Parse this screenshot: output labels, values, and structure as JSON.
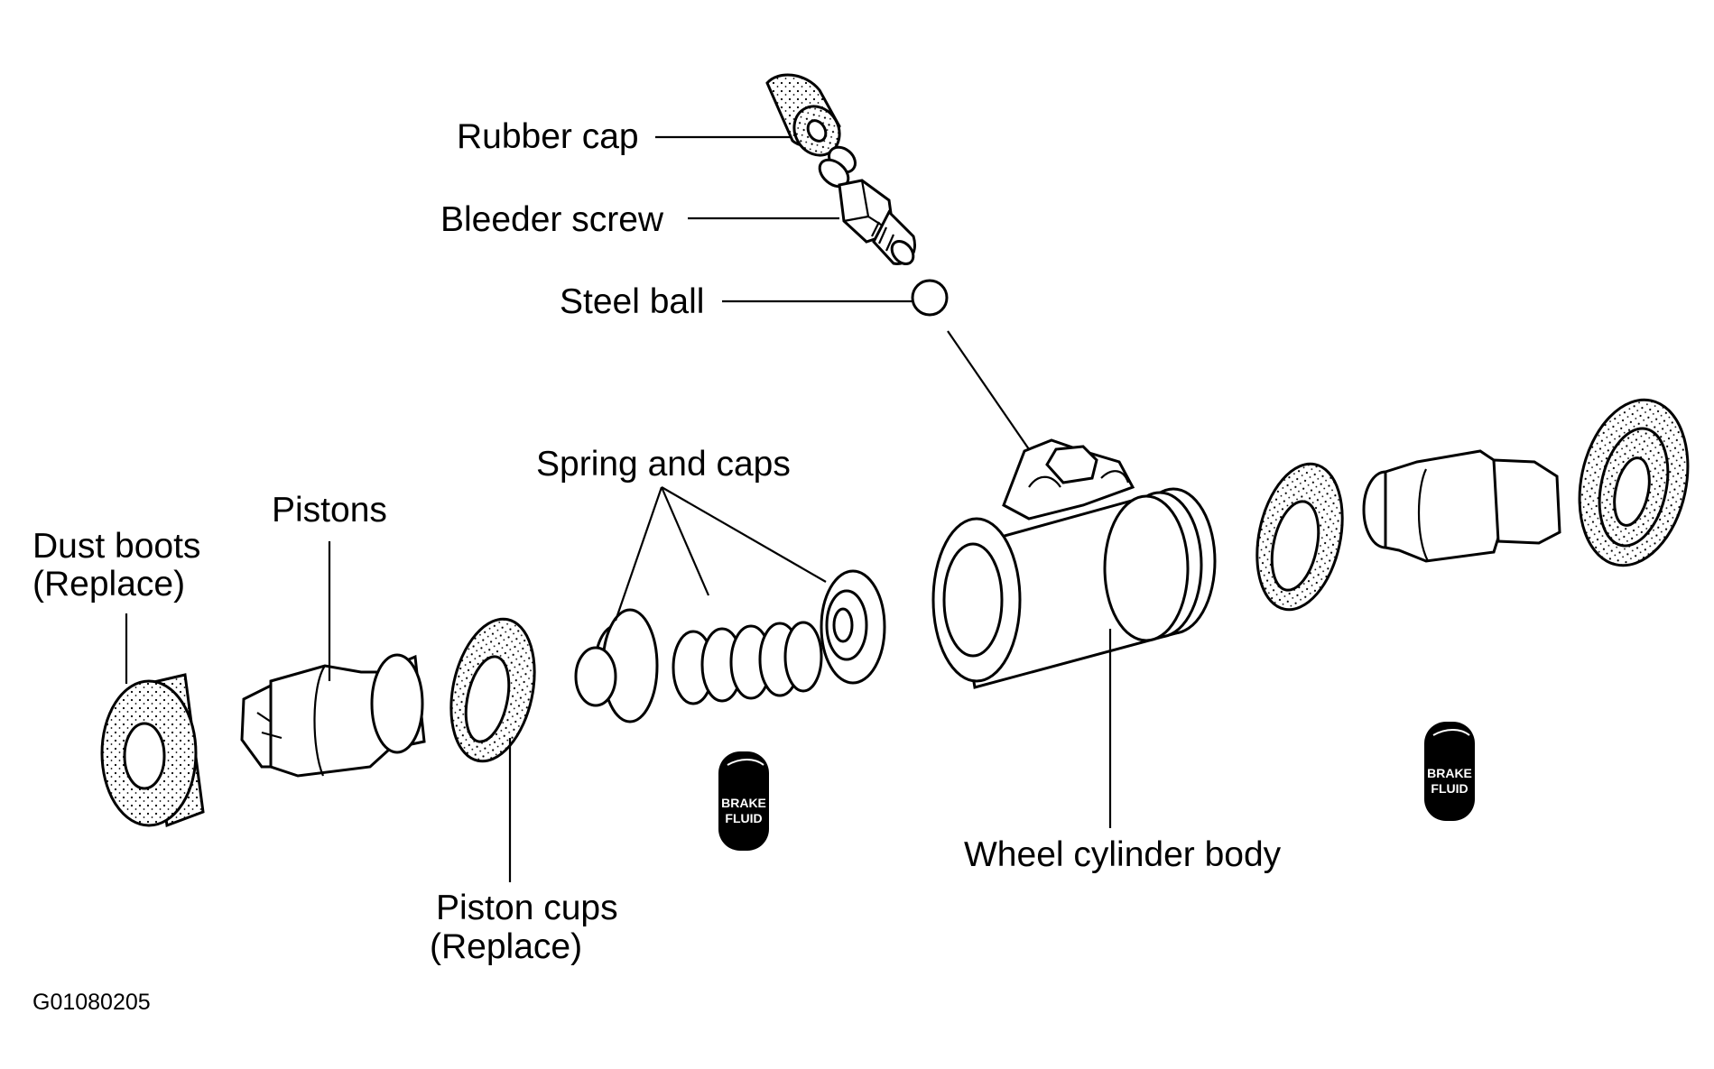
{
  "labels": {
    "rubber_cap": "Rubber cap",
    "bleeder_screw": "Bleeder screw",
    "steel_ball": "Steel ball",
    "spring_and_caps": "Spring and caps",
    "pistons": "Pistons",
    "dust_boots_line1": "Dust boots",
    "dust_boots_line2": "(Replace)",
    "piston_cups_line1": "Piston cups",
    "piston_cups_line2": "(Replace)",
    "wheel_cylinder_body": "Wheel cylinder body"
  },
  "figure_code": "G01080205",
  "bottle_text": {
    "line1": "BRAKE",
    "line2": "FLUID"
  },
  "colors": {
    "ink": "#000000",
    "paper": "#ffffff"
  }
}
